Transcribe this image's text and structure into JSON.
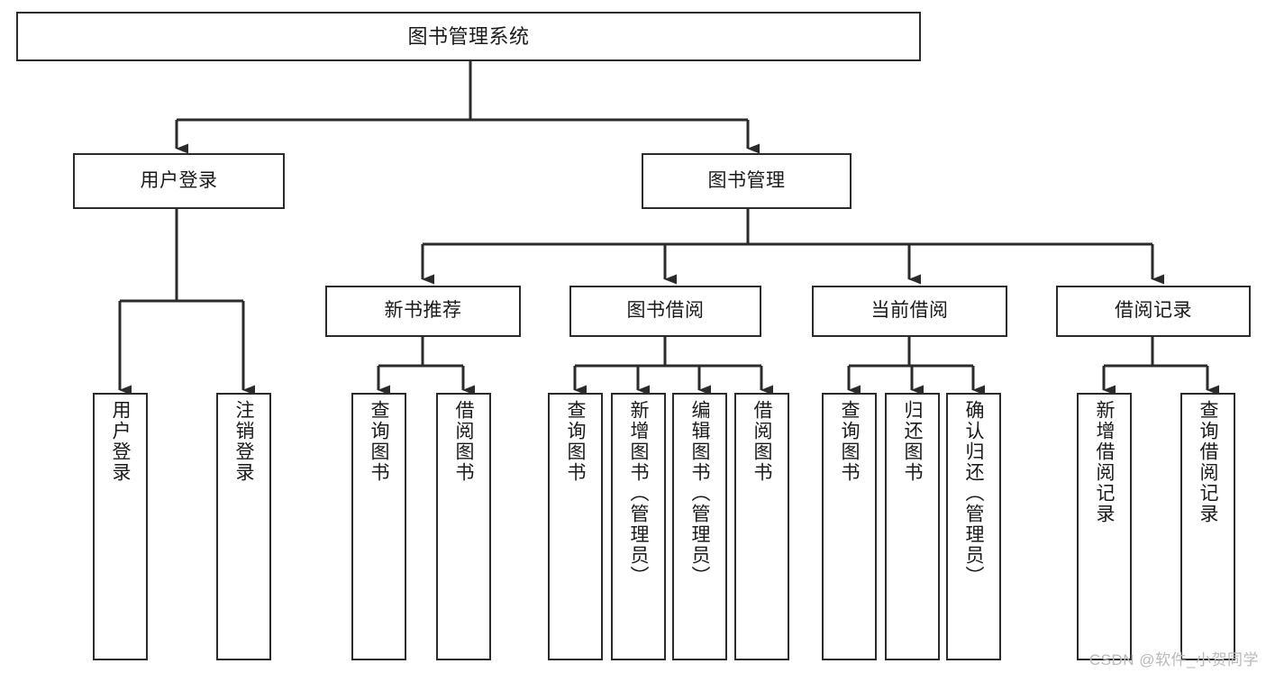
{
  "diagram": {
    "type": "tree-hierarchy-diagram",
    "title": "图书管理系统",
    "watermark": "CSDN @软件_小贺同学",
    "colors": {
      "box_border": "#2b2b2b",
      "box_fill": "#ffffff",
      "connector": "#2b2b2b",
      "text": "#1a1a1a",
      "watermark": "#b9b9b9"
    },
    "nodes": {
      "root": {
        "label": "图书管理系统"
      },
      "level2": [
        {
          "id": "user-login",
          "label": "用户登录"
        },
        {
          "id": "book-management",
          "label": "图书管理"
        }
      ],
      "level3": [
        {
          "id": "new-book-recommend",
          "label": "新书推荐"
        },
        {
          "id": "book-borrow",
          "label": "图书借阅"
        },
        {
          "id": "current-borrow",
          "label": "当前借阅"
        },
        {
          "id": "borrow-record",
          "label": "借阅记录"
        }
      ],
      "leaves": {
        "user-login": [
          {
            "id": "leaf-user-login",
            "label": "用户登录"
          },
          {
            "id": "leaf-logout-login",
            "label": "注销登录"
          }
        ],
        "new-book-recommend": [
          {
            "id": "leaf-query-book-1",
            "label": "查询图书"
          },
          {
            "id": "leaf-borrow-book-1",
            "label": "借阅图书"
          }
        ],
        "book-borrow": [
          {
            "id": "leaf-query-book-2",
            "label": "查询图书"
          },
          {
            "id": "leaf-add-book",
            "label": "新增图书（管理员）"
          },
          {
            "id": "leaf-edit-book",
            "label": "编辑图书（管理员）"
          },
          {
            "id": "leaf-borrow-book-2",
            "label": "借阅图书"
          }
        ],
        "current-borrow": [
          {
            "id": "leaf-query-book-3",
            "label": "查询图书"
          },
          {
            "id": "leaf-return-book",
            "label": "归还图书"
          },
          {
            "id": "leaf-confirm-return",
            "label": "确认归还（管理员）"
          }
        ],
        "borrow-record": [
          {
            "id": "leaf-add-record",
            "label": "新增借阅记录"
          },
          {
            "id": "leaf-query-record",
            "label": "查询借阅记录"
          }
        ]
      }
    }
  }
}
